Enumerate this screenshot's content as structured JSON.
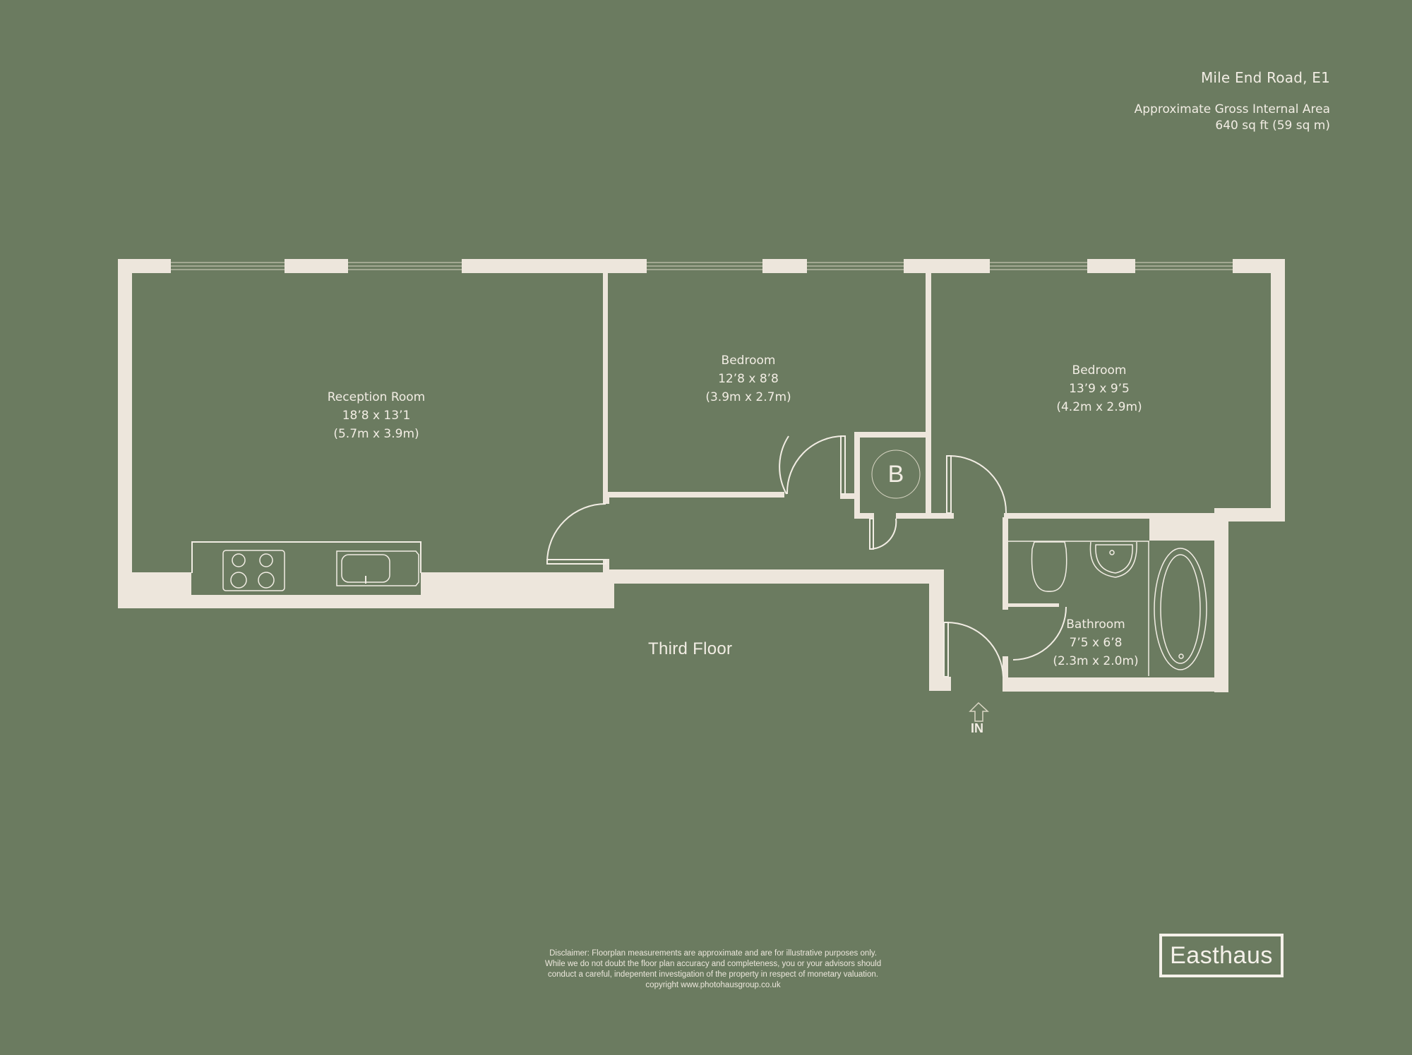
{
  "header": {
    "address": "Mile End Road, E1",
    "gia_label": "Approximate Gross Internal Area",
    "gia_value": "640 sq ft (59 sq m)"
  },
  "colors": {
    "background": "#6b7b60",
    "walls": "#ede6dc",
    "text": "#f2ede4"
  },
  "rooms": [
    {
      "name": "Reception Room",
      "imperial": "18’8 x 13’1",
      "metric": "(5.7m x 3.9m)"
    },
    {
      "name": "Bedroom",
      "imperial": "12’8 x 8’8",
      "metric": "(3.9m x 2.7m)"
    },
    {
      "name": "Bedroom",
      "imperial": "13’9 x 9’5",
      "metric": "(4.2m x 2.9m)"
    },
    {
      "name": "Bathroom",
      "imperial": "7’5 x 6’8",
      "metric": "(2.3m x 2.0m)"
    }
  ],
  "boiler_cupboard": {
    "label": "B"
  },
  "floor": {
    "label": "Third Floor"
  },
  "entrance": {
    "label": "IN",
    "icon": "arrow-up-icon"
  },
  "disclaimer": {
    "lines": [
      "Disclaimer: Floorplan measurements are approximate and are for illustrative purposes only.",
      "While we do not doubt the floor plan accuracy and completeness, you or your advisors should",
      "conduct a careful, indepentent investigation of the property in respect of monetary valuation.",
      "copyright www.photohausgroup.co.uk"
    ]
  },
  "brand": {
    "name": "Easthaus"
  }
}
